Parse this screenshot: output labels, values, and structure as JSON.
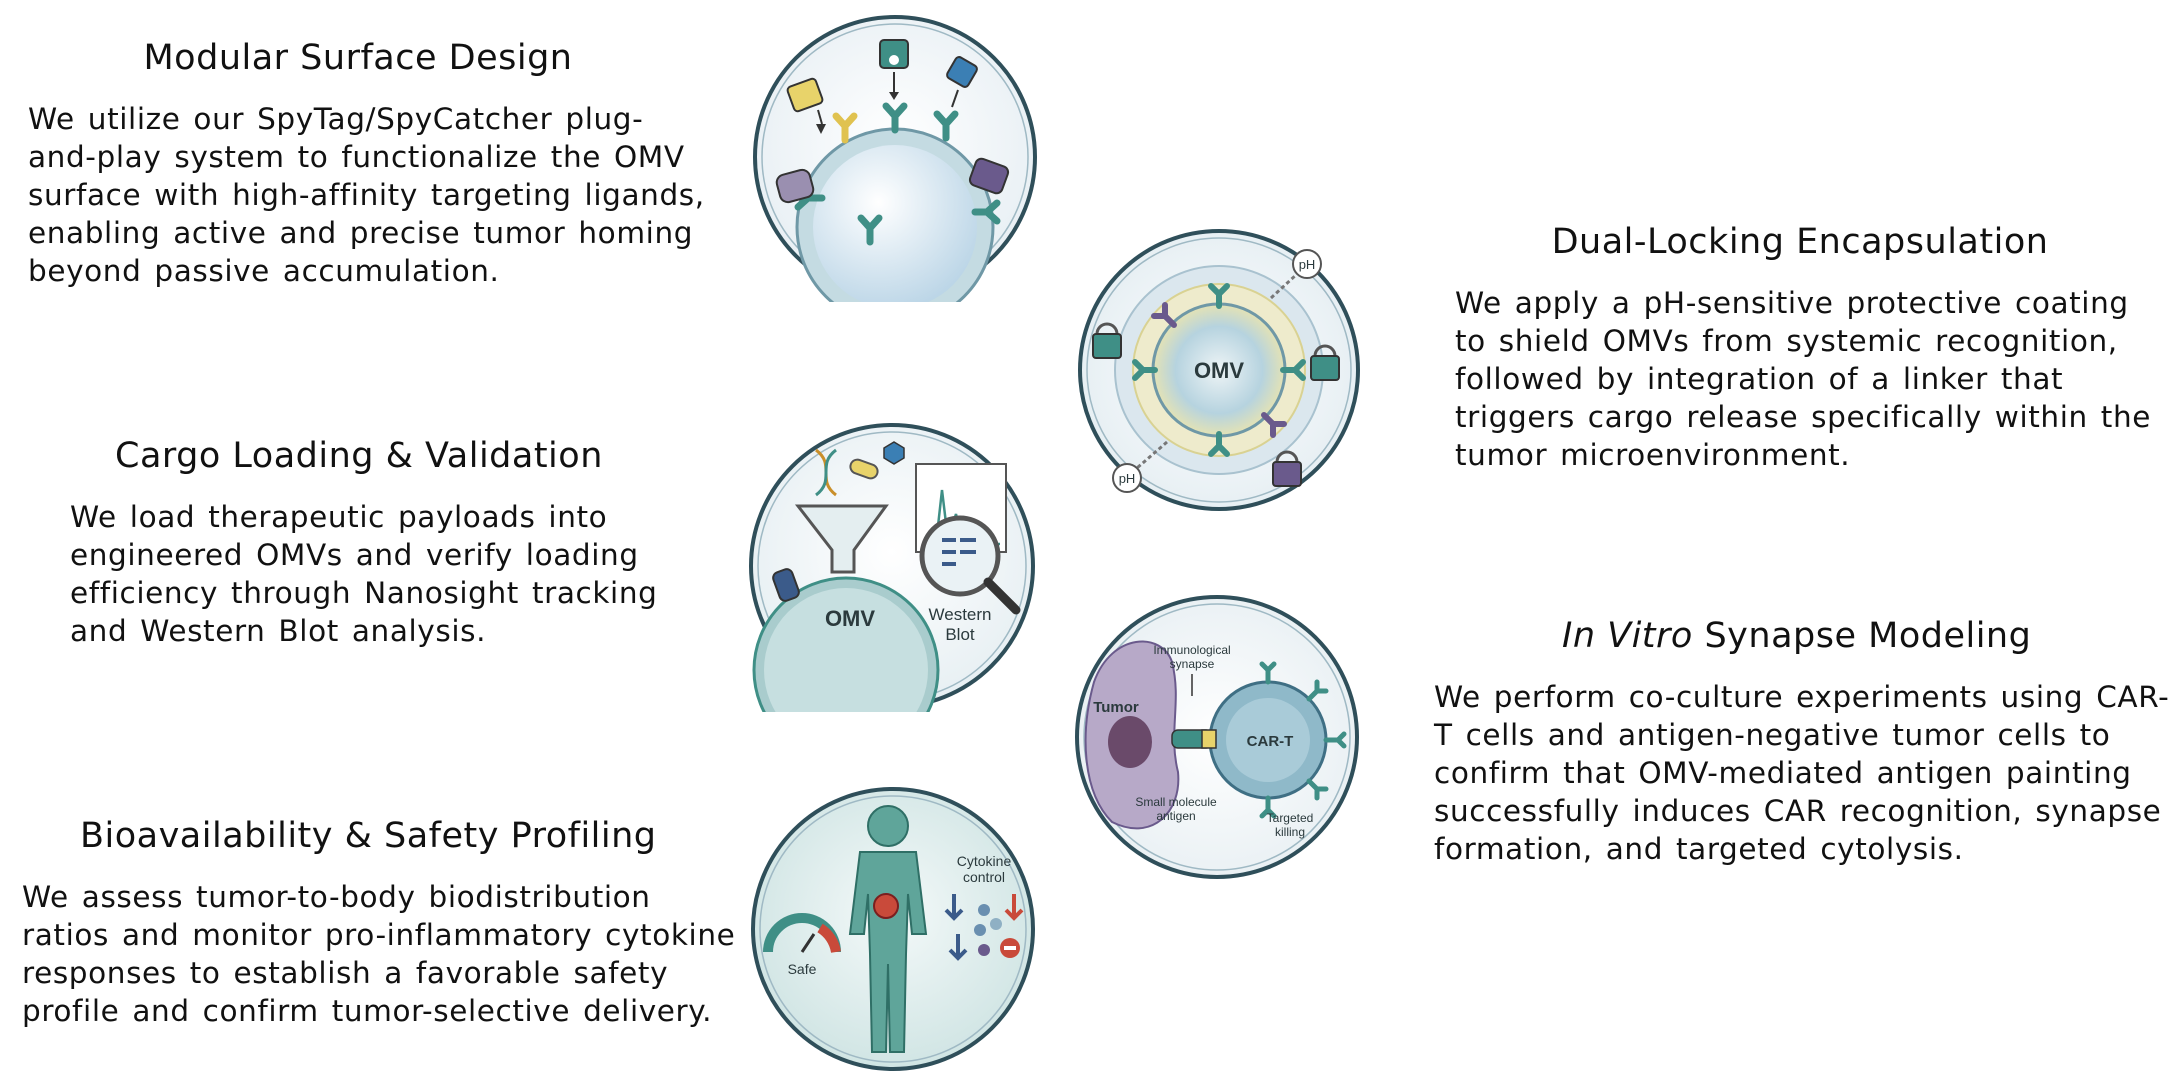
{
  "sections": {
    "modular": {
      "title": "Modular Surface Design",
      "lines": [
        "We utilize our SpyTag/SpyCatcher plug-",
        "and-play system to functionalize the OMV",
        "surface with high-affinity targeting ligands,",
        "enabling active and precise tumor homing",
        "beyond passive accumulation."
      ]
    },
    "dual_locking": {
      "title": "Dual-Locking Encapsulation",
      "lines": [
        "We apply a pH-sensitive protective coating",
        "to shield OMVs from systemic recognition,",
        "followed by integration of a linker that",
        "triggers cargo release specifically within the",
        "tumor microenvironment."
      ]
    },
    "cargo": {
      "title": "Cargo Loading & Validation",
      "lines": [
        "We load therapeutic payloads into",
        "engineered OMVs and verify loading",
        "efficiency through Nanosight tracking",
        "and Western Blot analysis."
      ]
    },
    "synapse": {
      "title_italic": "In Vitro",
      "title_rest": " Synapse Modeling",
      "lines": [
        "We perform co-culture experiments using CAR-",
        "T cells and antigen-negative tumor cells to",
        "confirm that OMV-mediated antigen painting",
        "successfully induces CAR recognition, synapse",
        "formation, and targeted cytolysis."
      ]
    },
    "safety": {
      "title": "Bioavailability & Safety Profiling",
      "lines": [
        "We assess tumor-to-body biodistribution",
        "ratios and monitor pro-inflammatory cytokine",
        "responses to establish a favorable safety",
        "profile and confirm tumor-selective delivery."
      ]
    }
  },
  "illustrations": {
    "dual_locking": {
      "center_label": "OMV",
      "ph_label_1": "pH",
      "ph_label_2": "pH"
    },
    "cargo": {
      "vesicle_label": "OMV",
      "blot_label_1": "Western",
      "blot_label_2": "Blot"
    },
    "synapse": {
      "tumor_label": "Tumor",
      "cart_label": "CAR-T",
      "synapse_label_1": "Immunological",
      "synapse_label_2": "synapse",
      "antigen_label_1": "Small molecule",
      "antigen_label_2": "antigen",
      "killing_label_1": "Targeted",
      "killing_label_2": "killing"
    },
    "safety": {
      "gauge_label": "Safe",
      "cytokine_label_1": "Cytokine",
      "cytokine_label_2": "control"
    }
  },
  "colors": {
    "ring": "#2f4f5a",
    "teal": "#3f8f86",
    "vesicle": "#cfe4ef",
    "purple": "#6a5a8c",
    "yellow": "#e8d36a",
    "red": "#c94a3a"
  },
  "icons": [
    "puzzle-ligand-icon",
    "antibody-icon",
    "padlock-icon",
    "dna-icon",
    "funnel-icon",
    "magnifier-icon",
    "gauge-icon",
    "human-silhouette-icon"
  ]
}
